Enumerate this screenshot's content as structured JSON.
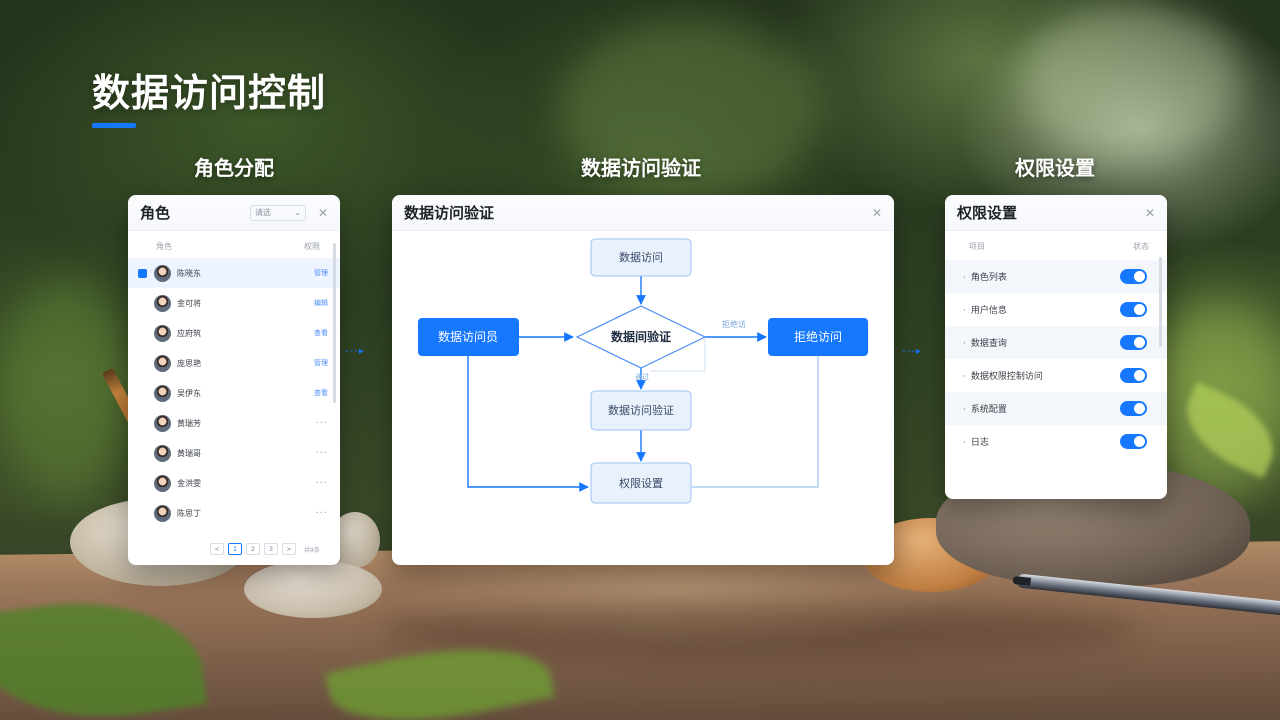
{
  "page": {
    "title": "数据访问控制"
  },
  "sections": {
    "roles": "角色分配",
    "verify": "数据访问验证",
    "perms": "权限设置"
  },
  "role_card": {
    "title": "角色",
    "select_value": "请选",
    "header_left": "角色",
    "header_right": "权限",
    "rows": [
      {
        "name": "陈晓东",
        "tag": "管理",
        "active": true
      },
      {
        "name": "金可将",
        "tag": "编辑"
      },
      {
        "name": "应府筑",
        "tag": "查看"
      },
      {
        "name": "庞思艳",
        "tag": "管理"
      },
      {
        "name": "吴伊东",
        "tag": "查看"
      },
      {
        "name": "黄瑞芳",
        "tag": "···"
      },
      {
        "name": "黄瑞哥",
        "tag": "···"
      },
      {
        "name": "金洪雯",
        "tag": "···"
      },
      {
        "name": "陈思丁",
        "tag": "···"
      }
    ],
    "pager": [
      "<",
      "1",
      "2",
      "3",
      ">"
    ],
    "pager_total": "共9条"
  },
  "flow_card": {
    "title": "数据访问验证",
    "nodes": {
      "start": "数据访问",
      "request": "数据访问员",
      "decision": "数据间验证",
      "check": "数据访问验证",
      "result": "拒绝访问",
      "perm": "权限设置"
    },
    "edge_labels": {
      "yes": "通过",
      "no": "拒绝访"
    }
  },
  "perm_card": {
    "title": "权限设置",
    "header_left": "项目",
    "header_right": "状态",
    "rows": [
      {
        "label": "角色列表",
        "on": true
      },
      {
        "label": "用户信息",
        "on": true
      },
      {
        "label": "数据查询",
        "on": true
      },
      {
        "label": "数据权限控制访问",
        "on": true
      },
      {
        "label": "系统配置",
        "on": true
      },
      {
        "label": "日志",
        "on": true
      }
    ]
  },
  "colors": {
    "accent": "#1677ff",
    "node_fill": "#e8f1fc",
    "node_stroke": "#9cc3f2"
  }
}
